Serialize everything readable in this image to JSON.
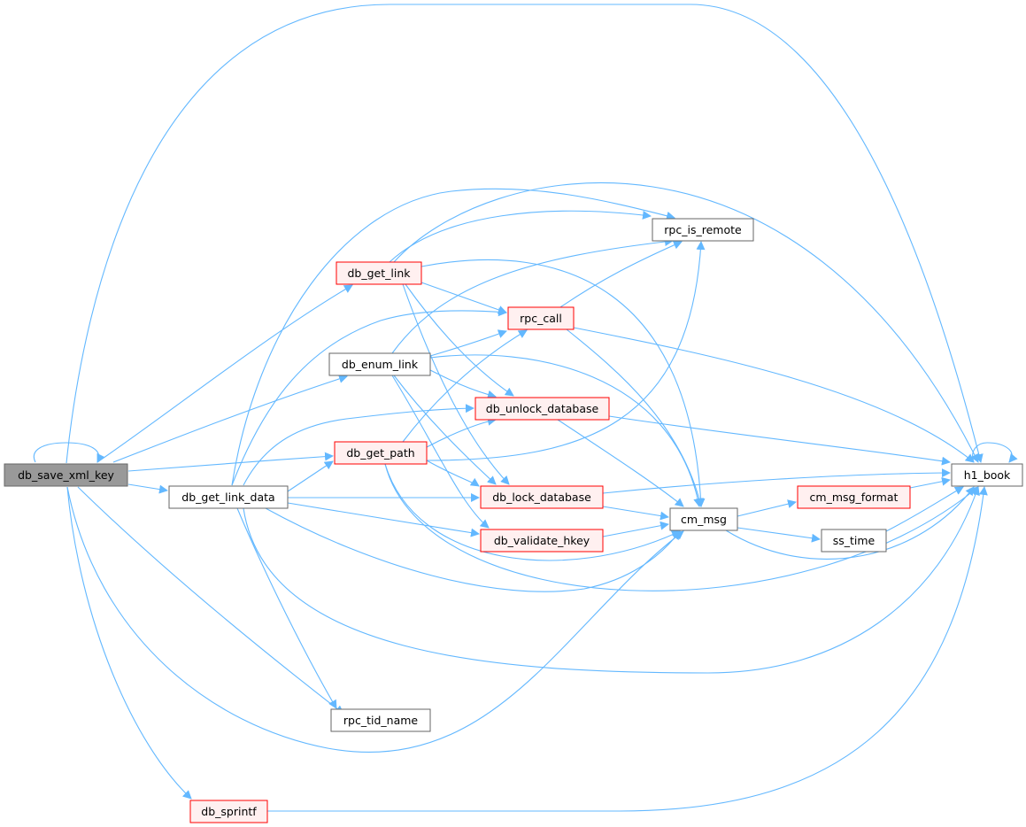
{
  "colors": {
    "edge": "#63b8ff",
    "node_fill": "#ffffff",
    "node_border": "#666666",
    "root_fill": "#999999",
    "root_border": "#666666",
    "incomplete_fill": "#fff0f0",
    "incomplete_border": "#ff0000"
  },
  "nodes": [
    {
      "id": "db_save_xml_key",
      "label": "db_save_xml_key",
      "style": "root"
    },
    {
      "id": "db_get_link_data",
      "label": "db_get_link_data",
      "style": "normal"
    },
    {
      "id": "db_get_link",
      "label": "db_get_link",
      "style": "incomplete"
    },
    {
      "id": "db_enum_link",
      "label": "db_enum_link",
      "style": "normal"
    },
    {
      "id": "db_get_path",
      "label": "db_get_path",
      "style": "incomplete"
    },
    {
      "id": "rpc_tid_name",
      "label": "rpc_tid_name",
      "style": "normal"
    },
    {
      "id": "db_sprintf",
      "label": "db_sprintf",
      "style": "incomplete"
    },
    {
      "id": "rpc_is_remote",
      "label": "rpc_is_remote",
      "style": "normal"
    },
    {
      "id": "rpc_call",
      "label": "rpc_call",
      "style": "incomplete"
    },
    {
      "id": "db_unlock_database",
      "label": "db_unlock_database",
      "style": "incomplete"
    },
    {
      "id": "db_lock_database",
      "label": "db_lock_database",
      "style": "incomplete"
    },
    {
      "id": "db_validate_hkey",
      "label": "db_validate_hkey",
      "style": "incomplete"
    },
    {
      "id": "cm_msg",
      "label": "cm_msg",
      "style": "normal"
    },
    {
      "id": "cm_msg_format",
      "label": "cm_msg_format",
      "style": "incomplete"
    },
    {
      "id": "ss_time",
      "label": "ss_time",
      "style": "normal"
    },
    {
      "id": "h1_book",
      "label": "h1_book",
      "style": "normal"
    }
  ],
  "edges": [
    {
      "from": "db_save_xml_key",
      "to": "db_save_xml_key"
    },
    {
      "from": "db_save_xml_key",
      "to": "h1_book"
    },
    {
      "from": "db_save_xml_key",
      "to": "db_get_link"
    },
    {
      "from": "db_save_xml_key",
      "to": "db_enum_link"
    },
    {
      "from": "db_save_xml_key",
      "to": "db_get_path"
    },
    {
      "from": "db_save_xml_key",
      "to": "db_get_link_data"
    },
    {
      "from": "db_save_xml_key",
      "to": "rpc_tid_name"
    },
    {
      "from": "db_save_xml_key",
      "to": "cm_msg"
    },
    {
      "from": "db_save_xml_key",
      "to": "db_sprintf"
    },
    {
      "from": "db_get_link_data",
      "to": "rpc_is_remote"
    },
    {
      "from": "db_get_link_data",
      "to": "rpc_call"
    },
    {
      "from": "db_get_link_data",
      "to": "db_unlock_database"
    },
    {
      "from": "db_get_link_data",
      "to": "db_get_path"
    },
    {
      "from": "db_get_link_data",
      "to": "db_lock_database"
    },
    {
      "from": "db_get_link_data",
      "to": "db_validate_hkey"
    },
    {
      "from": "db_get_link_data",
      "to": "h1_book"
    },
    {
      "from": "db_get_link_data",
      "to": "cm_msg"
    },
    {
      "from": "db_get_link_data",
      "to": "rpc_tid_name"
    },
    {
      "from": "db_get_link",
      "to": "rpc_is_remote"
    },
    {
      "from": "db_get_link",
      "to": "h1_book"
    },
    {
      "from": "db_get_link",
      "to": "rpc_call"
    },
    {
      "from": "db_get_link",
      "to": "cm_msg"
    },
    {
      "from": "db_get_link",
      "to": "db_unlock_database"
    },
    {
      "from": "db_get_link",
      "to": "db_lock_database"
    },
    {
      "from": "db_enum_link",
      "to": "rpc_is_remote"
    },
    {
      "from": "db_enum_link",
      "to": "rpc_call"
    },
    {
      "from": "db_enum_link",
      "to": "cm_msg"
    },
    {
      "from": "db_enum_link",
      "to": "db_unlock_database"
    },
    {
      "from": "db_enum_link",
      "to": "db_lock_database"
    },
    {
      "from": "db_enum_link",
      "to": "db_validate_hkey"
    },
    {
      "from": "db_get_path",
      "to": "rpc_call"
    },
    {
      "from": "db_get_path",
      "to": "db_unlock_database"
    },
    {
      "from": "db_get_path",
      "to": "rpc_is_remote"
    },
    {
      "from": "db_get_path",
      "to": "db_lock_database"
    },
    {
      "from": "db_get_path",
      "to": "cm_msg"
    },
    {
      "from": "db_get_path",
      "to": "h1_book"
    },
    {
      "from": "rpc_call",
      "to": "rpc_is_remote"
    },
    {
      "from": "rpc_call",
      "to": "cm_msg"
    },
    {
      "from": "rpc_call",
      "to": "h1_book"
    },
    {
      "from": "db_unlock_database",
      "to": "h1_book"
    },
    {
      "from": "db_unlock_database",
      "to": "cm_msg"
    },
    {
      "from": "db_lock_database",
      "to": "h1_book"
    },
    {
      "from": "db_lock_database",
      "to": "cm_msg"
    },
    {
      "from": "db_validate_hkey",
      "to": "cm_msg"
    },
    {
      "from": "cm_msg",
      "to": "cm_msg_format"
    },
    {
      "from": "cm_msg",
      "to": "ss_time"
    },
    {
      "from": "cm_msg",
      "to": "h1_book"
    },
    {
      "from": "cm_msg_format",
      "to": "h1_book"
    },
    {
      "from": "ss_time",
      "to": "h1_book"
    },
    {
      "from": "h1_book",
      "to": "h1_book"
    },
    {
      "from": "db_sprintf",
      "to": "h1_book"
    }
  ]
}
